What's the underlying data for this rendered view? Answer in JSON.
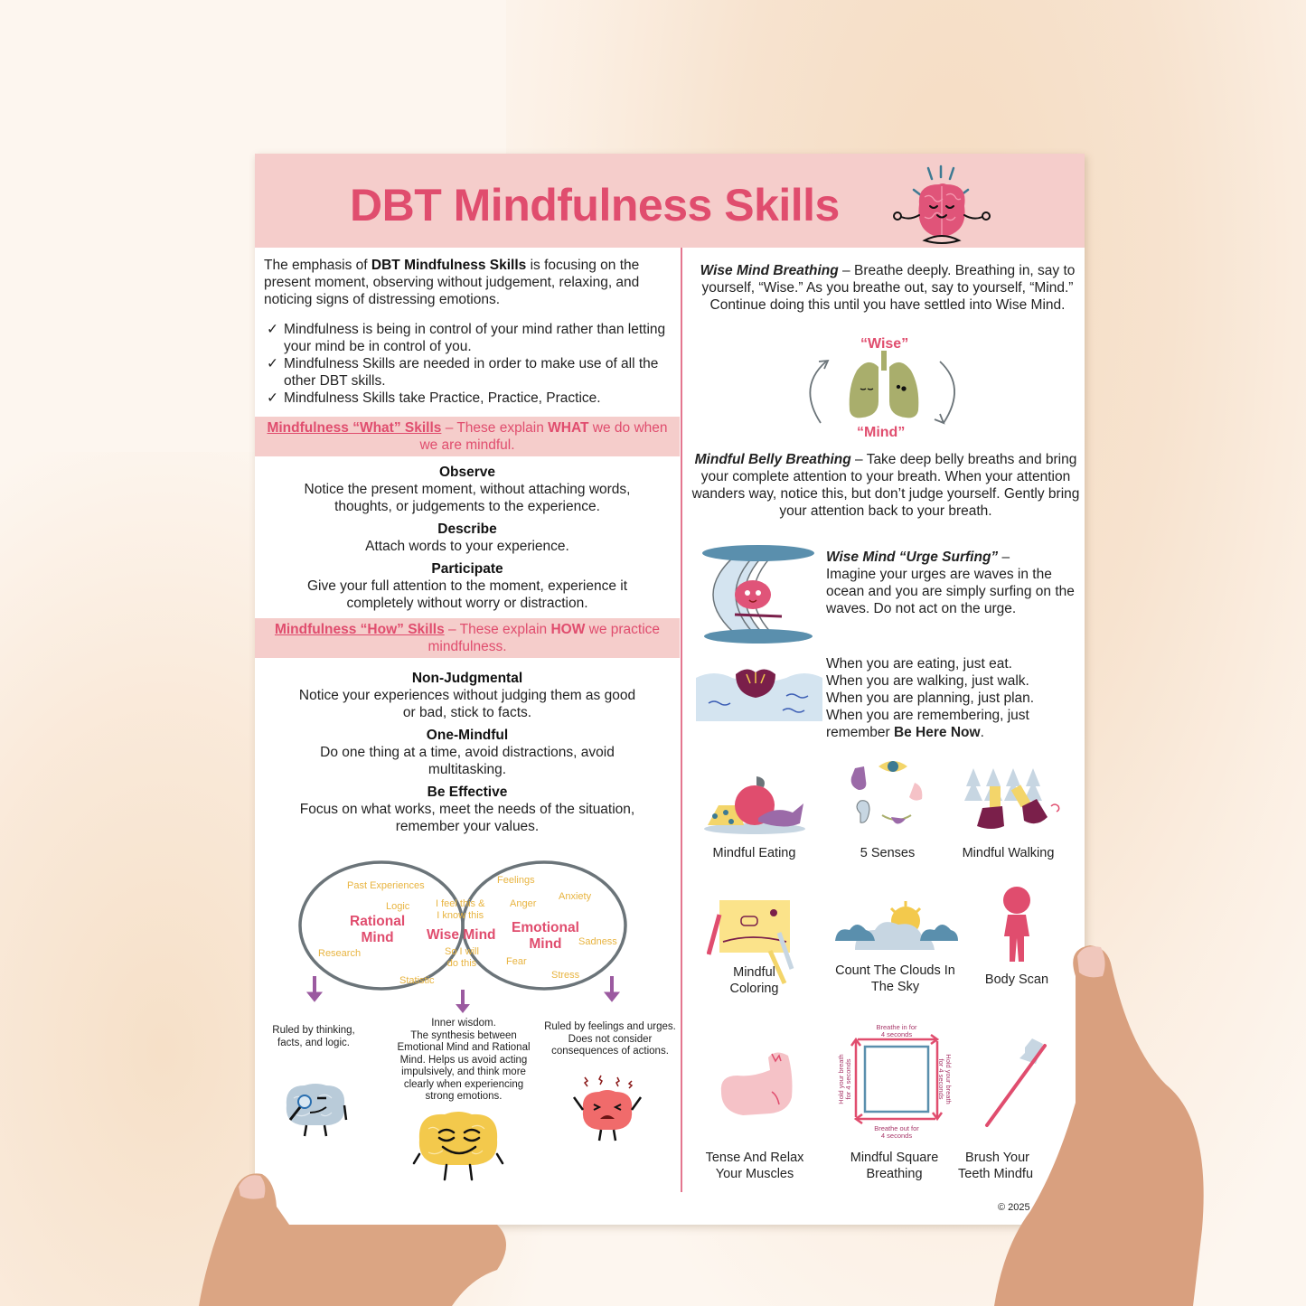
{
  "header": {
    "title": "DBT Mindfulness Skills",
    "mascot_icon": "meditating-brain-icon"
  },
  "intro": {
    "prefix": "The emphasis of ",
    "bold": "DBT Mindfulness Skills",
    "suffix": " is focusing on the present moment, observing without judgement, relaxing, and noticing signs of distressing emotions."
  },
  "checklist": [
    "Mindfulness is being in control of your mind rather than letting your mind be in control of you.",
    "Mindfulness Skills are needed in order to make use of all the other DBT skills.",
    "Mindfulness Skills take Practice, Practice, Practice."
  ],
  "check_glyph": "✓",
  "what_band": {
    "link": "Mindfulness “What” Skills",
    "middle": " – These explain ",
    "bold": "WHAT",
    "end": " we do when we are mindful."
  },
  "what_skills": [
    {
      "title": "Observe",
      "text": "Notice the present moment, without attaching words, thoughts, or judgements to the experience."
    },
    {
      "title": "Describe",
      "text": "Attach words to your experience."
    },
    {
      "title": "Participate",
      "text": "Give your full attention to the moment, experience it completely without worry or distraction."
    }
  ],
  "how_band": {
    "link": "Mindfulness “How” Skills",
    "middle": " – These explain ",
    "bold": "HOW",
    "end": " we practice mindfulness."
  },
  "how_skills": [
    {
      "title": "Non-Judgmental",
      "text": "Notice your experiences without judging them as good or bad, stick to facts."
    },
    {
      "title": "One-Mindful",
      "text": "Do one thing at a time, avoid distractions, avoid multitasking."
    },
    {
      "title": "Be Effective",
      "text": "Focus on what works, meet the needs of the situation, remember your values."
    }
  ],
  "venn": {
    "left_title_1": "Rational",
    "left_title_2": "Mind",
    "center_title": "Wise Mind",
    "right_title_1": "Emotional",
    "right_title_2": "Mind",
    "left_words": [
      "Past Experiences",
      "Logic",
      "Research",
      "Statistic"
    ],
    "center_top_1": "I feel this &",
    "center_top_2": "I know this",
    "center_bottom_1": "So I will",
    "center_bottom_2": "do this",
    "right_words": [
      "Feelings",
      "Anxiety",
      "Anger",
      "Sadness",
      "Fear",
      "Stress"
    ],
    "colors": {
      "title": "#e04d6e",
      "words": "#e8b440",
      "outline": "#6b7479",
      "arrow": "#9b5aa0"
    }
  },
  "minds": {
    "rational_caption": "Ruled by thinking, facts, and logic.",
    "wise_caption_1": "Inner wisdom.",
    "wise_caption_2": "The synthesis between Emotional Mind and Rational Mind. Helps us avoid acting impulsively, and think more clearly when experiencing strong emotions.",
    "emotional_caption": "Ruled by feelings and urges. Does not consider consequences of actions."
  },
  "right": {
    "wise_breathing": {
      "title": "Wise Mind Breathing",
      "text": " – Breathe deeply. Breathing in, say to yourself, “Wise.”  As you breathe out, say to yourself, “Mind.” Continue doing this until you have settled into Wise Mind.",
      "label_top": "“Wise”",
      "label_bottom": "“Mind”"
    },
    "belly_breathing": {
      "title": "Mindful Belly Breathing",
      "text": " – Take deep belly breaths and bring your complete attention to your breath.  When your attention wanders way, notice this, but don’t judge yourself.  Gently bring your attention back to your breath."
    },
    "urge_surfing": {
      "title": "Wise Mind “Urge Surfing”",
      "dash": " –",
      "text": "Imagine your urges are waves in the ocean and you are simply surfing on the waves. Do not act on the urge."
    },
    "be_here": {
      "lines": [
        "When you are eating, just eat.",
        "When you are walking, just walk.",
        "When you are planning, just plan.",
        "When you are remembering, just"
      ],
      "last_prefix": "remember ",
      "last_bold": "Be Here Now",
      "last_suffix": "."
    },
    "activities": [
      {
        "label": "Mindful Eating",
        "icon": "food-plate-icon"
      },
      {
        "label": "5 Senses",
        "icon": "five-senses-icon"
      },
      {
        "label": "Mindful Walking",
        "icon": "walking-boots-icon"
      },
      {
        "label": "Mindful Coloring",
        "icon": "coloring-page-icon"
      },
      {
        "label": "Count The Clouds In The Sky",
        "icon": "clouds-sun-icon"
      },
      {
        "label": "Body Scan",
        "icon": "person-figure-icon"
      },
      {
        "label": "Tense And Relax Your Muscles",
        "icon": "flexed-arm-icon"
      },
      {
        "label": "Mindful Square Breathing",
        "icon": "square-breathing-icon"
      },
      {
        "label": "Brush Your Teeth Mindfu",
        "icon": "toothbrush-icon"
      }
    ],
    "square": {
      "top": [
        "Breathe in for",
        "4 seconds"
      ],
      "right": [
        "Hold your breath",
        "for 4 seconds"
      ],
      "bottom": [
        "Breathe out for",
        "4 seconds"
      ],
      "left": [
        "Hold your breath",
        "for 4 seconds"
      ]
    }
  },
  "footer": {
    "copyright": "© 2025"
  },
  "colors": {
    "accent": "#e04d6e",
    "band": "#f5cdcb",
    "divider": "#e4768f",
    "background": "#fdf6ef"
  }
}
